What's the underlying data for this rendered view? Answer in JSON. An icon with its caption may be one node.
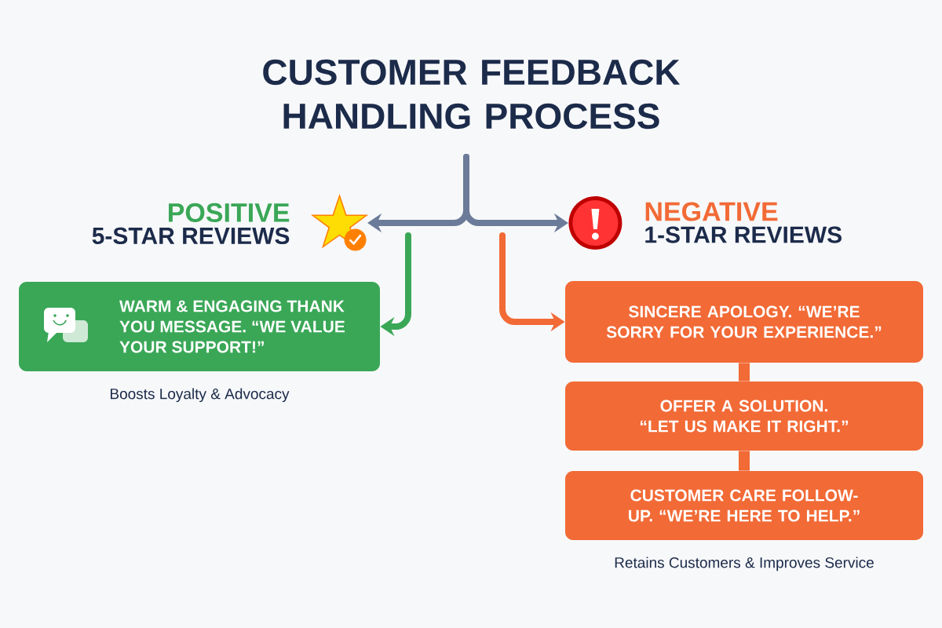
{
  "diagram": {
    "title": "CUSTOMER FEEDBACK HANDLING PROCESS",
    "nodes": [
      {
        "text": [
          "POSITIVE",
          "5-STAR REVIEWS"
        ]
      },
      {
        "text": [
          "WARM & ENGAGING THANK YOU MESSAGE. “WE VALUE YOUR SUPPORT!”"
        ],
        "beside": [
          "Boosts Loyalty & Advocacy"
        ]
      },
      {
        "text": [
          "NEGATIVE",
          "1-STAR REVIEWS"
        ]
      },
      {
        "text": [
          "SINCERE APOLOGY. “WE’RE SORRY FOR YOUR EXPERIENCE.”"
        ]
      },
      {
        "text": [
          "OFFER A SOLUTION. “LET US MAKE IT RIGHT.”"
        ]
      },
      {
        "text": [
          "CUSTOMER CARE FOLLOW-UP. “WE’RE HERE TO HELP.”"
        ],
        "beside": [
          "Retains Customers & Improves Service"
        ]
      }
    ],
    "edges": [
      {
        "from": null,
        "to": 0,
        "arrow": "to",
        "color": "#6b7b99"
      },
      {
        "from": null,
        "to": 2,
        "arrow": "to",
        "color": "#6b7b99"
      },
      {
        "from": null,
        "to": 1,
        "arrow": "to",
        "color": "#3aa757"
      },
      {
        "from": null,
        "to": 3,
        "arrow": "to",
        "color": "#f26a36"
      },
      {
        "from": 3,
        "to": 4,
        "arrow": "none",
        "color": "#f26a36"
      },
      {
        "from": 4,
        "to": 5,
        "arrow": "none",
        "color": "#f26a36"
      }
    ]
  }
}
